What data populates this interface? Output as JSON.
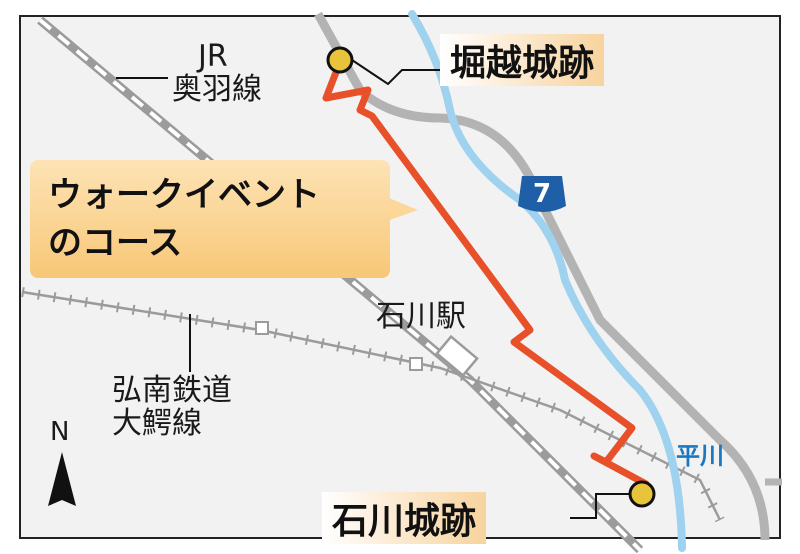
{
  "labels": {
    "jr_line": [
      "JR",
      "奥羽線"
    ],
    "konan_line": [
      "弘南鉄道",
      "大鰐線"
    ],
    "station": "石川駅",
    "north": "N",
    "river": "平川",
    "route_number": "7"
  },
  "sites": {
    "top": "堀越城跡",
    "bottom": "石川城跡"
  },
  "callout": [
    "ウォークイベント",
    "のコース"
  ],
  "colors": {
    "route": "#e8502a",
    "road": "#b3b3b3",
    "river": "#9fd2ef",
    "callout": "#f9cf88",
    "route_shield": "#1f5fa8",
    "site_marker": "#e8c43a"
  }
}
